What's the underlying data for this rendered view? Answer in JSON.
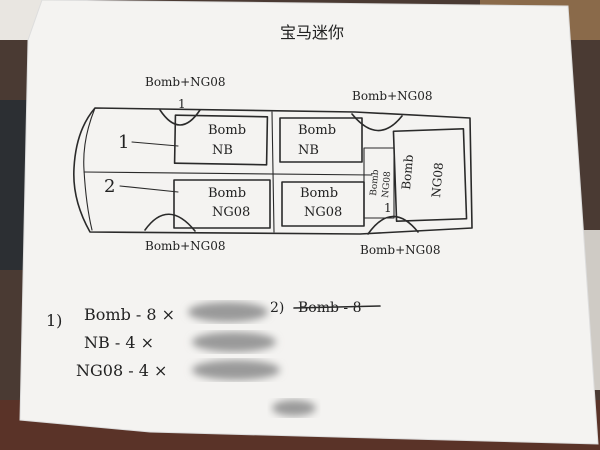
{
  "title": "宝马迷你",
  "labels": {
    "top_left": "Bomb+NG08",
    "top_right": "Bomb+NG08",
    "bottom_left": "Bomb+NG08",
    "bottom_right": "Bomb+NG08",
    "row1": "1",
    "row2": "2",
    "box_tl_line1": "Bomb",
    "box_tl_line2": "NB",
    "box_tr_line1": "Bomb",
    "box_tr_line2": "NB",
    "box_bl_line1": "Bomb",
    "box_bl_line2": "NG08",
    "box_br_line1": "Bomb",
    "box_br_line2": "NG08",
    "rear_line1": "Bomb",
    "rear_line2": "NG08",
    "middle_line1": "Bomb",
    "middle_line2": "NG08",
    "marker_top": "1",
    "marker_bottom": "1"
  },
  "list": {
    "item1_prefix": "1)",
    "item1": "Bomb - 8 ×",
    "item2": "NB - 4 ×",
    "item3": "NG08 - 4 ×",
    "item2_prefix": "2)",
    "item2_struck": "Bomb - 8"
  }
}
